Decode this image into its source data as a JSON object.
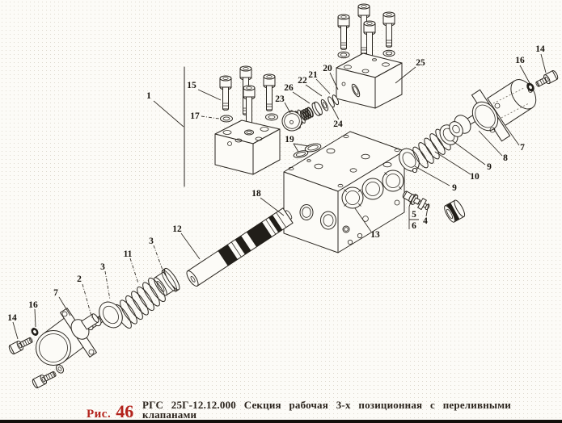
{
  "figure": {
    "label_prefix": "Рис.",
    "label_number": "46",
    "caption_line1": "РГС 25Г-12.12.000 Секция рабочая 3-х позиционная с переливными",
    "caption_line2": "клапанами",
    "accent_color": "#b3231c"
  },
  "callouts": [
    "1",
    "15",
    "17",
    "23",
    "26",
    "22",
    "21",
    "20",
    "24",
    "25",
    "19",
    "18",
    "13",
    "12",
    "3",
    "11",
    "3",
    "2",
    "7",
    "16",
    "14",
    "5",
    "6",
    "4",
    "9",
    "10",
    "9",
    "8",
    "7",
    "16",
    "14"
  ]
}
